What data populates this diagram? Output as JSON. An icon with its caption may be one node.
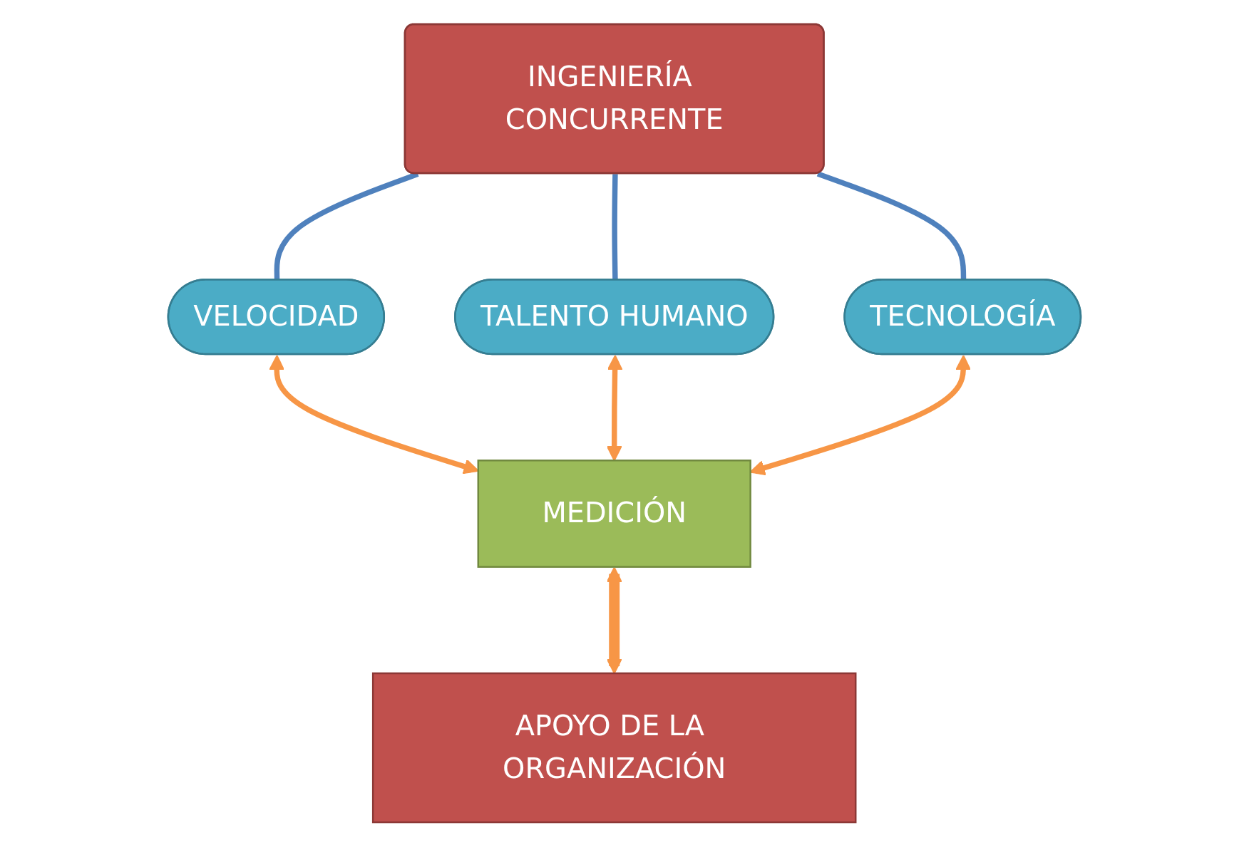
{
  "diagram": {
    "nodes": [
      {
        "text": [
          "INGENIERÍA CONCURRENTE"
        ]
      },
      {
        "text": [
          "VELOCIDAD"
        ]
      },
      {
        "text": [
          "TALENTO HUMANO"
        ]
      },
      {
        "text": [
          "TECNOLOGÍA"
        ]
      },
      {
        "text": [
          "MEDICIÓN"
        ]
      },
      {
        "text": [
          "APOYO DE LA ORGANIZACIÓN"
        ]
      }
    ],
    "edges": [
      {
        "from": 0,
        "to": 1,
        "arrow": "none",
        "color": "#4f81bd"
      },
      {
        "from": 0,
        "to": 2,
        "arrow": "none",
        "color": "#4f81bd"
      },
      {
        "from": 0,
        "to": 3,
        "arrow": "none",
        "color": "#4f81bd"
      },
      {
        "from": 1,
        "to": 4,
        "arrow": "both"
      },
      {
        "from": 2,
        "to": 4,
        "arrow": "both"
      },
      {
        "from": 3,
        "to": 4,
        "arrow": "both"
      },
      {
        "from": 4,
        "to": 5,
        "arrow": "both",
        "style": "thick"
      }
    ]
  }
}
